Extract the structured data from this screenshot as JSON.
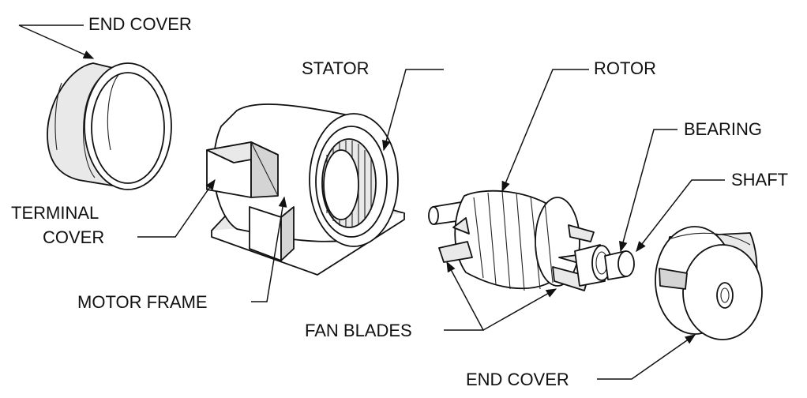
{
  "labels": {
    "end_cover_top": "END COVER",
    "stator": "STATOR",
    "rotor": "ROTOR",
    "bearing": "BEARING",
    "shaft": "SHAFT",
    "terminal_cover_line1": "TERMINAL",
    "terminal_cover_line2": "COVER",
    "motor_frame": "MOTOR FRAME",
    "fan_blades": "FAN BLADES",
    "end_cover_bottom": "END COVER"
  }
}
